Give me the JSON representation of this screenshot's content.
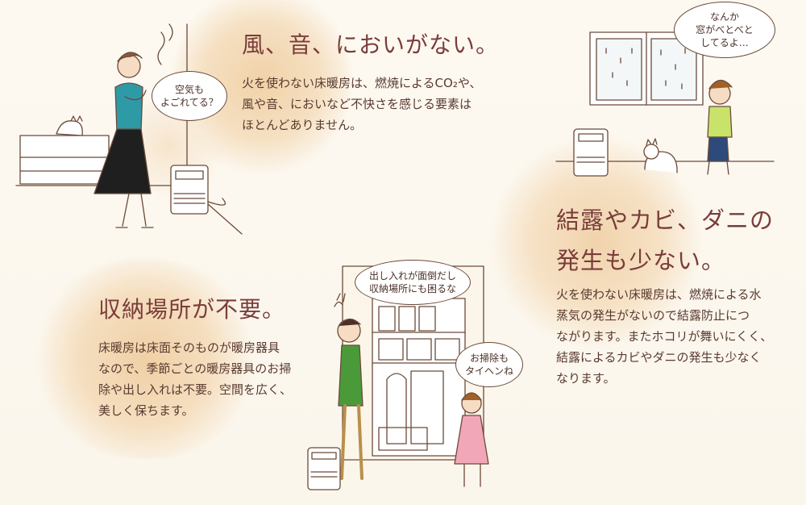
{
  "sections": [
    {
      "heading_lines": [
        "風、音、においがない。"
      ],
      "body_lines": [
        "火を使わない床暖房は、燃焼によるCO₂や、",
        "風や音、においなど不快さを感じる要素は",
        "ほとんどありません。"
      ],
      "bubble_lines": [
        "空気も",
        "よごれてる？"
      ]
    },
    {
      "heading_lines": [
        "収納場所が不要。"
      ],
      "body_lines": [
        "床暖房は床面そのものが暖房器具",
        "なので、季節ごとの暖房器具のお掃",
        "除や出し入れは不要。空間を広く、",
        "美しく保ちます。"
      ],
      "bubble_lines": [
        "出し入れが面倒だし",
        "収納場所にも困るな"
      ],
      "bubble2_lines": [
        "お掃除も",
        "タイヘンね"
      ]
    },
    {
      "heading_lines": [
        "結露やカビ、ダニの",
        "発生も少ない。"
      ],
      "body_lines": [
        "火を使わない床暖房は、燃焼による水",
        "蒸気の発生がないので結露防止につ",
        "ながります。またホコリが舞いにくく、",
        "結露によるカビやダニの発生も少なく",
        "なります。"
      ],
      "bubble_lines": [
        "なんか",
        "窓がべとべと",
        "してるよ…"
      ]
    }
  ],
  "colors": {
    "heading": "#7a3d3a",
    "body": "#5a3a30",
    "background": "#fdf9f1",
    "glow": "#f1d2a8"
  },
  "illustrations": [
    "woman-with-heater-icon",
    "family-with-closet-icon",
    "child-with-window-icon"
  ]
}
